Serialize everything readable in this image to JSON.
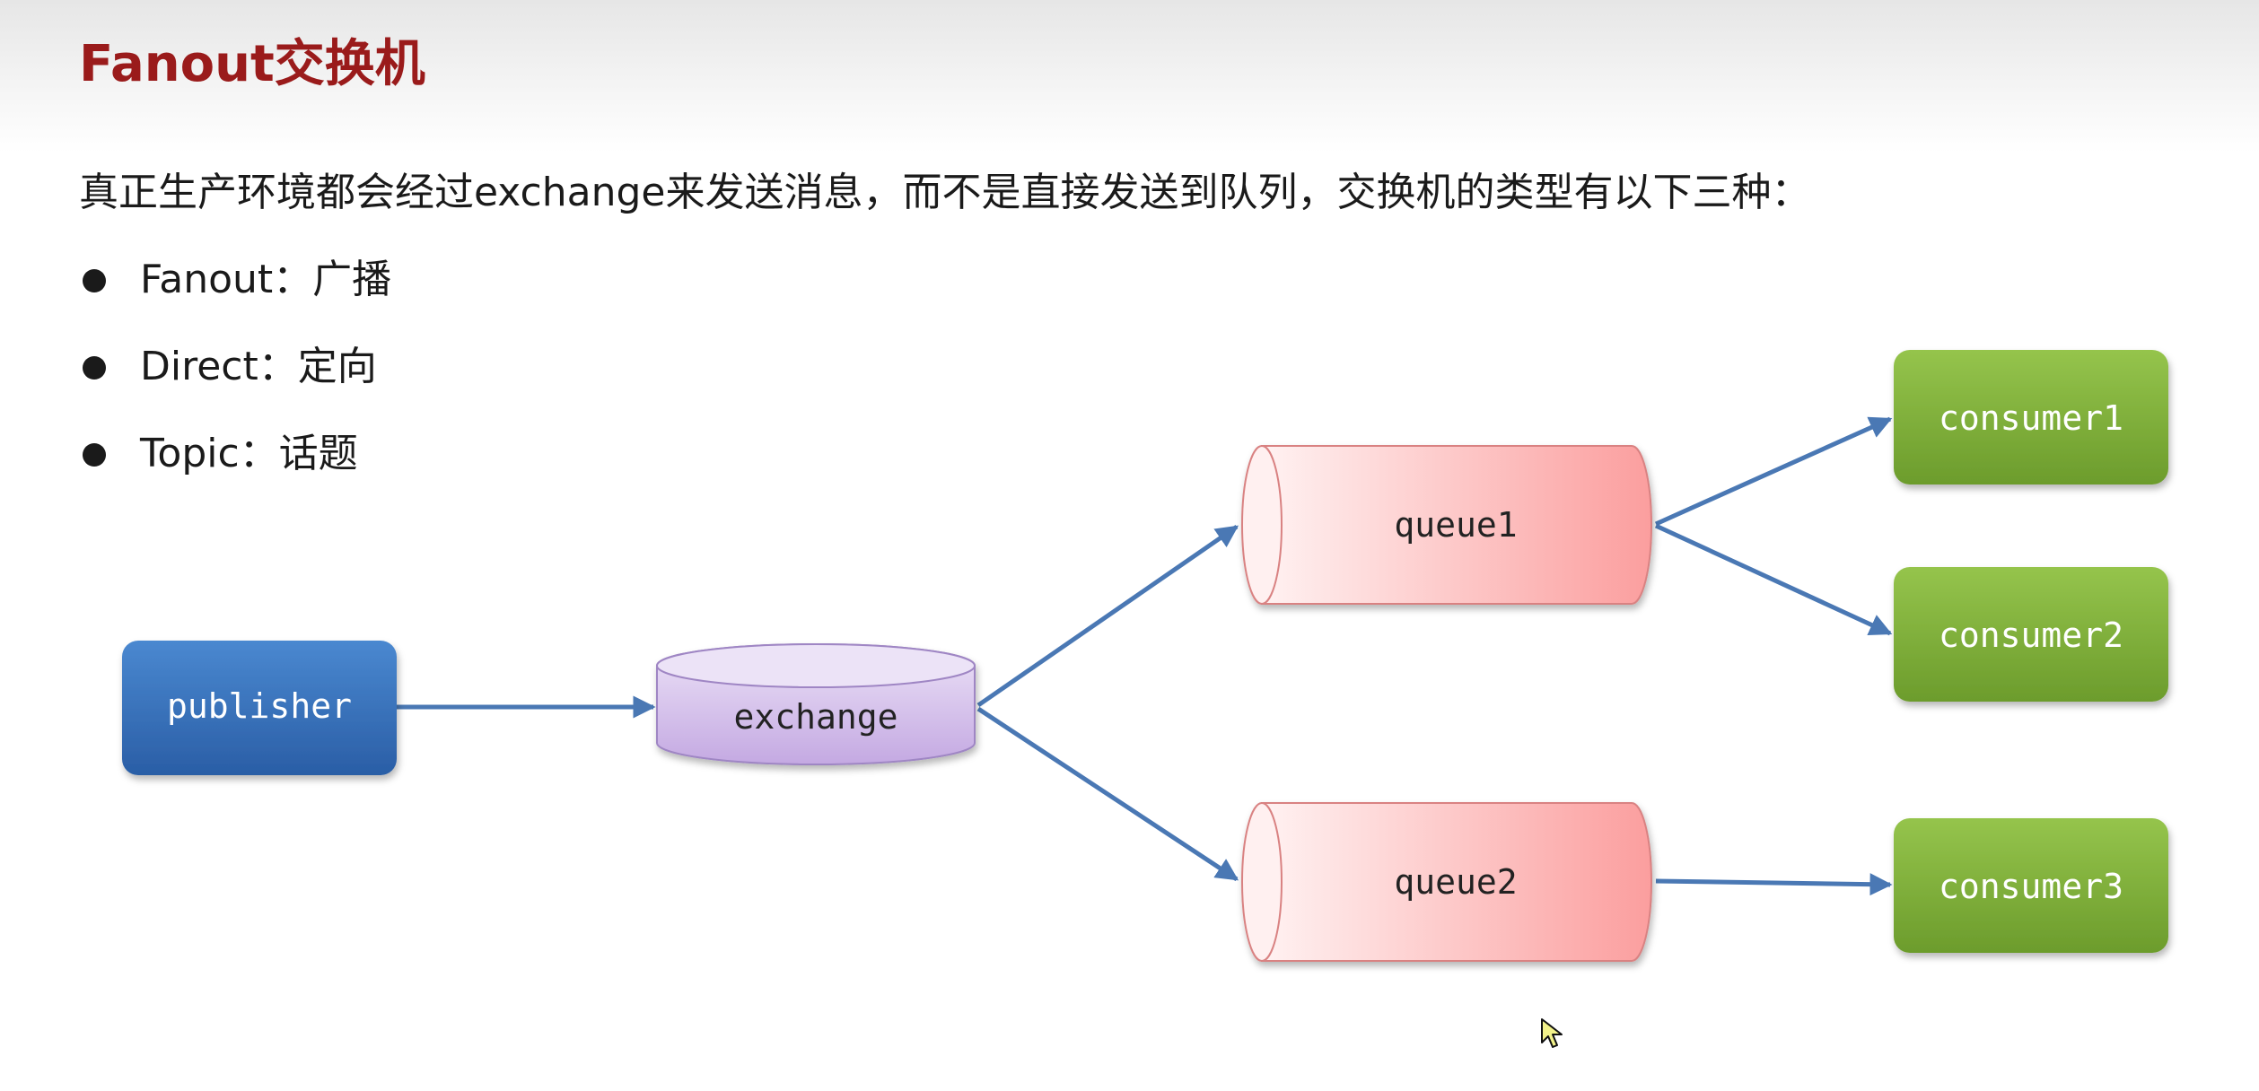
{
  "title": "Fanout交换机",
  "intro": "真正生产环境都会经过exchange来发送消息，而不是直接发送到队列，交换机的类型有以下三种：",
  "bullets": [
    {
      "label": "Fanout：广播"
    },
    {
      "label": "Direct：定向"
    },
    {
      "label": "Topic：话题"
    }
  ],
  "diagram": {
    "publisher": "publisher",
    "exchange": "exchange",
    "queues": [
      "queue1",
      "queue2"
    ],
    "consumers": [
      "consumer1",
      "consumer2",
      "consumer3"
    ]
  },
  "colors": {
    "title": "#9a1b1b",
    "publisher": "#2f6db5",
    "exchange": "#cdb6e6",
    "queue": "#f9a6a6",
    "consumer": "#79aa35",
    "arrow": "#4a78b4"
  },
  "icons": {
    "cursor": "mouse-pointer-icon",
    "bullet": "bullet-dot-icon"
  }
}
